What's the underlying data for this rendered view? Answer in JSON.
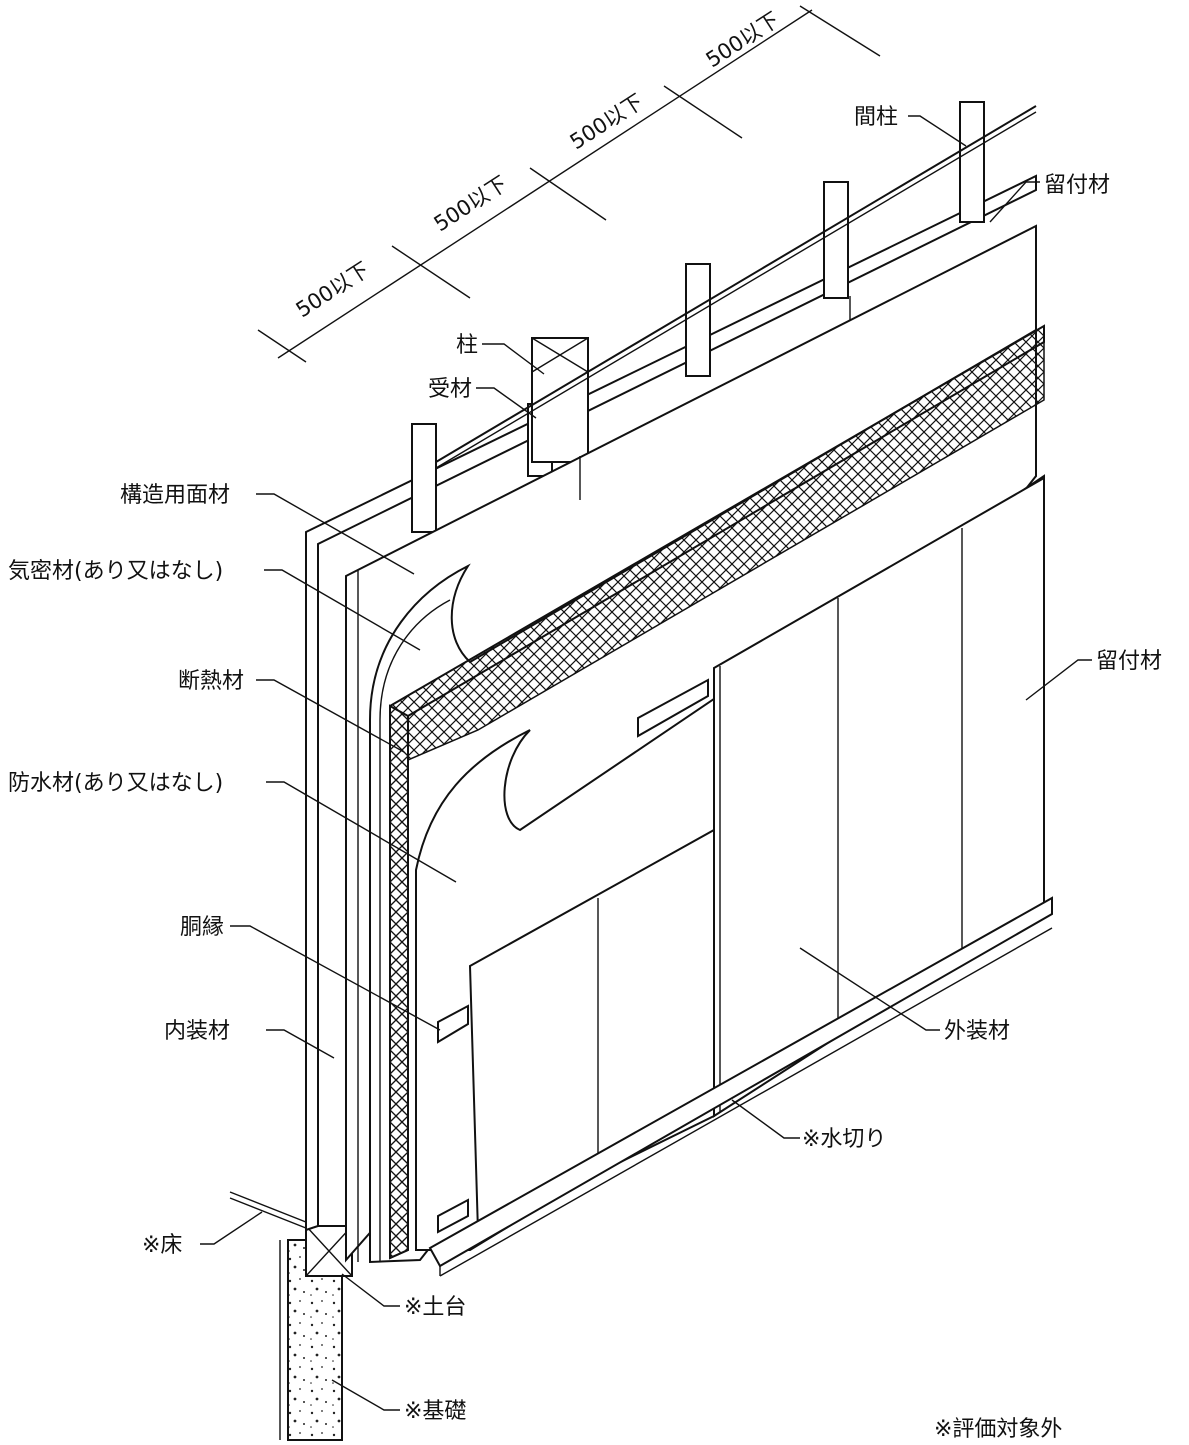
{
  "dimensions": {
    "d1": "500以下",
    "d2": "500以下",
    "d3": "500以下",
    "d4": "500以下"
  },
  "labels": {
    "mabashira": "間柱",
    "tomezukezai_top": "留付材",
    "hashira": "柱",
    "ukezai": "受材",
    "kozoyo_menzai": "構造用面材",
    "kimitsuzai": "気密材(あり又はなし)",
    "dannetsuzai": "断熱材",
    "tomezukezai_right": "留付材",
    "bosuizai": "防水材(あり又はなし)",
    "dobuchi": "胴縁",
    "gaisozai": "外装材",
    "naisozai": "内装材",
    "mizukiri": "※水切り",
    "yuka": "※床",
    "dodai": "※土台",
    "kiso": "※基礎",
    "note": "※評価対象外"
  }
}
